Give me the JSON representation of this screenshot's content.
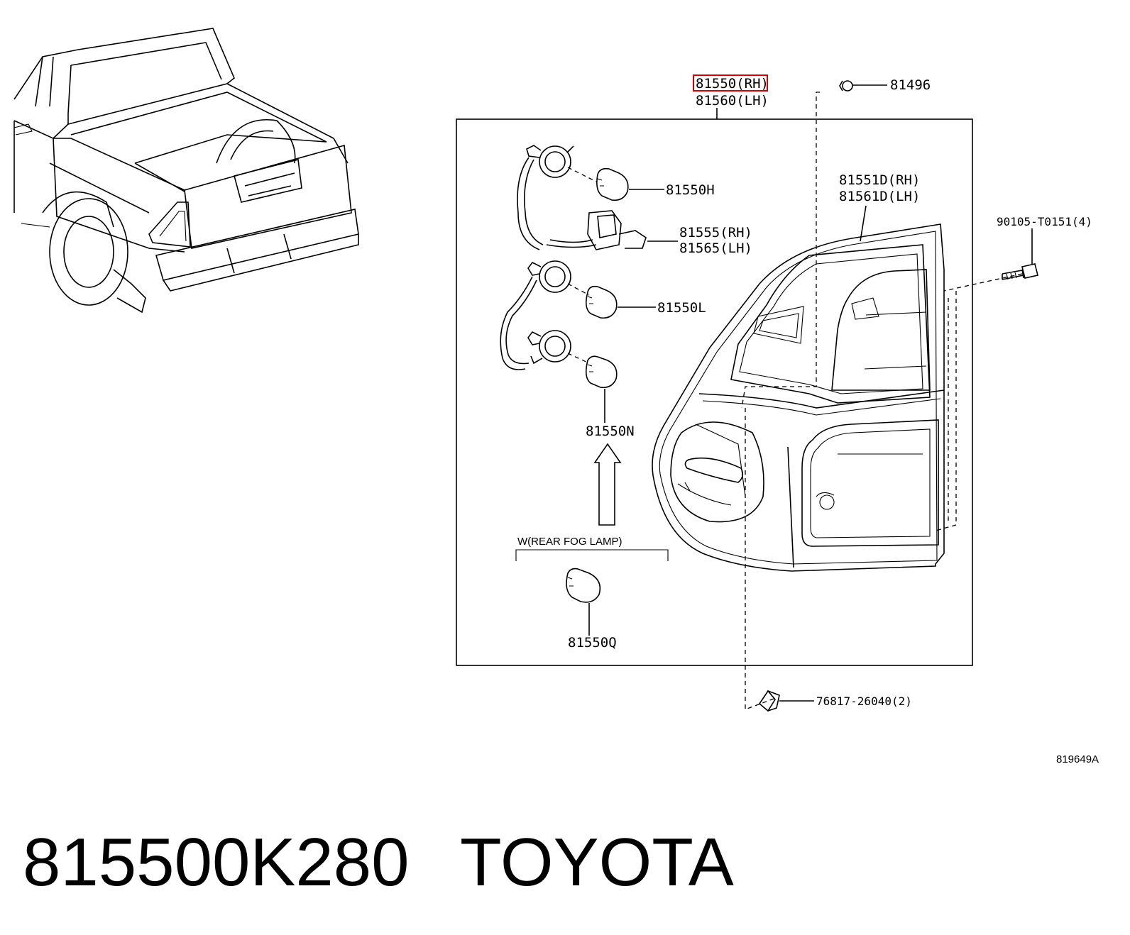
{
  "labels": {
    "main_rh": "81550(RH)",
    "main_lh": "81560(LH)",
    "bulb_h": "81550H",
    "socket_rh": "81555(RH)",
    "socket_lh": "81565(LH)",
    "bulb_l": "81550L",
    "bulb_n": "81550N",
    "fog_note": "W(REAR FOG LAMP)",
    "bulb_q": "81550Q",
    "nut": "81496",
    "lens_rh": "81551D(RH)",
    "lens_lh": "81561D(LH)",
    "screw": "90105-T0151(4)",
    "clip": "76817-26040(2)",
    "drawing_code": "819649A"
  },
  "footer": {
    "part_number": "815500K280",
    "brand": "TOYOTA"
  },
  "colors": {
    "highlight": "#d40000",
    "ink": "#000000",
    "background": "#ffffff"
  }
}
